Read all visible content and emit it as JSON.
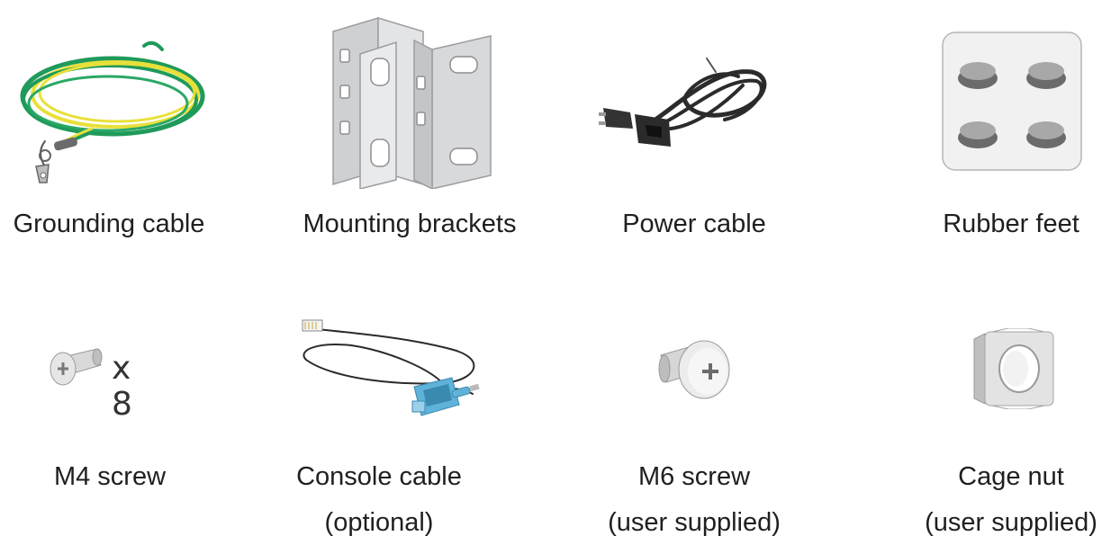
{
  "items": [
    {
      "name": "grounding-cable",
      "label": "Grounding cable"
    },
    {
      "name": "mounting-brackets",
      "label": "Mounting brackets"
    },
    {
      "name": "power-cable",
      "label": "Power cable"
    },
    {
      "name": "rubber-feet",
      "label": "Rubber feet"
    },
    {
      "name": "m4-screw",
      "label": "M4 screw",
      "quantity": "x 8"
    },
    {
      "name": "console-cable",
      "label": "Console cable",
      "label_line2": "(optional)"
    },
    {
      "name": "m6-screw",
      "label": "M6 screw",
      "label_line2": "(user supplied)"
    },
    {
      "name": "cage-nut",
      "label": "Cage nut",
      "label_line2": "(user supplied)"
    }
  ],
  "colors": {
    "ground_green": "#1f9a5a",
    "ground_yellow": "#e8e03a",
    "bracket": "#d8d9db",
    "power_cable": "#2b2b2b",
    "foot": "#8a8a8a",
    "console_connector": "#5fb2d9"
  }
}
